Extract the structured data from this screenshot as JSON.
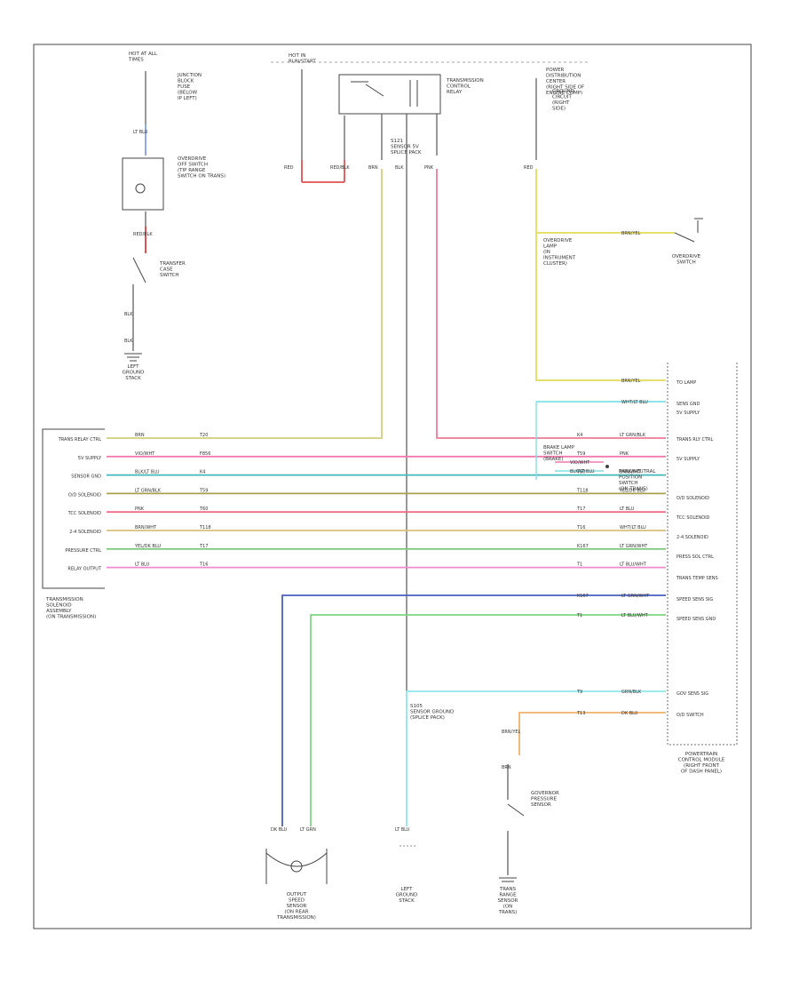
{
  "diagram": {
    "title": "",
    "footer_tag": "",
    "components": [
      {
        "id": "hot-at-all-times-top",
        "lines": [
          "HOT AT ALL",
          "TIMES"
        ]
      },
      {
        "id": "junction-block-fuse",
        "lines": [
          "JUNCTION",
          "BLOCK",
          "FUSE",
          "(BELOW",
          "IP LEFT)"
        ]
      },
      {
        "id": "hot-in-run-top",
        "lines": [
          "HOT IN",
          "RUN/START"
        ]
      },
      {
        "id": "transmission-control-relay",
        "lines": [
          "TRANSMISSION",
          "CONTROL",
          "RELAY"
        ]
      },
      {
        "id": "power-distribution-center",
        "lines": [
          "POWER",
          "DISTRIBUTION",
          "CENTER",
          "(RIGHT SIDE OF",
          "ENGINE COMP)"
        ]
      },
      {
        "id": "ground-label-top-right",
        "lines": [
          "GROUND",
          "CIRCUIT",
          "(RIGHT",
          "SIDE)"
        ]
      },
      {
        "id": "overdrive-switch",
        "lines": [
          "OVERDRIVE",
          "SWITCH"
        ]
      },
      {
        "id": "overdrive-lamp",
        "lines": [
          "OVERDRIVE",
          "LAMP",
          "(IN",
          "INSTRUMENT",
          "CLUSTER)"
        ]
      },
      {
        "id": "transfer-case-switch",
        "lines": [
          "TRANSFER",
          "CASE",
          "SWITCH"
        ]
      },
      {
        "id": "left-ground-stack",
        "lines": [
          "LEFT",
          "GROUND",
          "STACK"
        ]
      },
      {
        "id": "brake-switch-splice",
        "lines": [
          "BRAKE LAMP",
          "SWITCH",
          "(BRAKE)"
        ]
      },
      {
        "id": "park-neutral-switch-right",
        "lines": [
          "PARK/NEUTRAL",
          "POSITION",
          "SWITCH",
          "(ON TRANS)"
        ]
      },
      {
        "id": "overdrive-off-switch",
        "lines": [
          "OVERDRIVE",
          "OFF SWITCH",
          "(TIP RANGE",
          "SWITCH ON TRANS)"
        ]
      },
      {
        "id": "transmission-solenoid",
        "lines": [
          "TRANSMISSION",
          "SOLENOID",
          "ASSEMBLY",
          "(ON TRANSMISSION)"
        ]
      },
      {
        "id": "powertrain-control-module",
        "lines": [
          "POWERTRAIN",
          "CONTROL MODULE",
          "(RIGHT FRONT",
          "OF DASH PANEL)"
        ]
      },
      {
        "id": "speed-sensor",
        "lines": [
          "OUTPUT",
          "SPEED",
          "SENSOR",
          "(ON REAR",
          "TRANSMISSION)"
        ]
      },
      {
        "id": "governor-pressure-sensor",
        "lines": [
          "GOVERNOR",
          "PRESSURE",
          "SENSOR"
        ]
      },
      {
        "id": "transmission-range-switch",
        "lines": [
          "TRANS",
          "RANGE",
          "SENSOR",
          "(ON",
          "TRANS)"
        ]
      },
      {
        "id": "ground-bottom",
        "lines": [
          "LEFT",
          "GROUND",
          "STACK"
        ]
      },
      {
        "id": "sensor-ground-splice",
        "lines": [
          "S105",
          "SENSOR GROUND",
          "(SPLICE PACK)"
        ]
      },
      {
        "id": "s121-splice",
        "lines": [
          "S121",
          "SENSOR 5V",
          "SPLICE PACK"
        ]
      }
    ],
    "left_pins": [
      "TRANS RELAY CTRL",
      "5V SUPPLY",
      "SENSOR GND",
      "O/D SOLENOID",
      "TCC SOLENOID",
      "2-4 SOLENOID",
      "PRESSURE CTRL",
      "RELAY OUTPUT"
    ],
    "right_pins": [
      "TO LAMP",
      "SENS GND",
      "5V SUPPLY",
      "TRANS RLY CTRL",
      "5V SUPPLY",
      "O/D SOLENOID",
      "TCC SOLENOID",
      "2-4 SOLENOID",
      "PRESS SOL CTRL",
      "TRANS TEMP SENS",
      "SPEED SENS SIG",
      "SPEED SENS GND",
      "GOV SENS SIG",
      "O/D SWITCH"
    ],
    "wire_codes": [
      "BRN",
      "VIO/WHT",
      "BLK/LT BLU",
      "LT GRN/BLK",
      "PNK",
      "BRN/WHT",
      "YEL/DK BLU",
      "LT BLU",
      "WHT/LT BLU",
      "LT GRN/WHT",
      "LT BLU/WHT",
      "GRN/BLK",
      "DK BLU",
      "RED/BLK",
      "RED",
      "BRN/YEL"
    ],
    "circuit_codes": [
      "T20",
      "F856",
      "K4",
      "T59",
      "T60",
      "T118",
      "T17",
      "T16",
      "K167",
      "T1",
      "T9",
      "T13",
      "K24"
    ]
  }
}
